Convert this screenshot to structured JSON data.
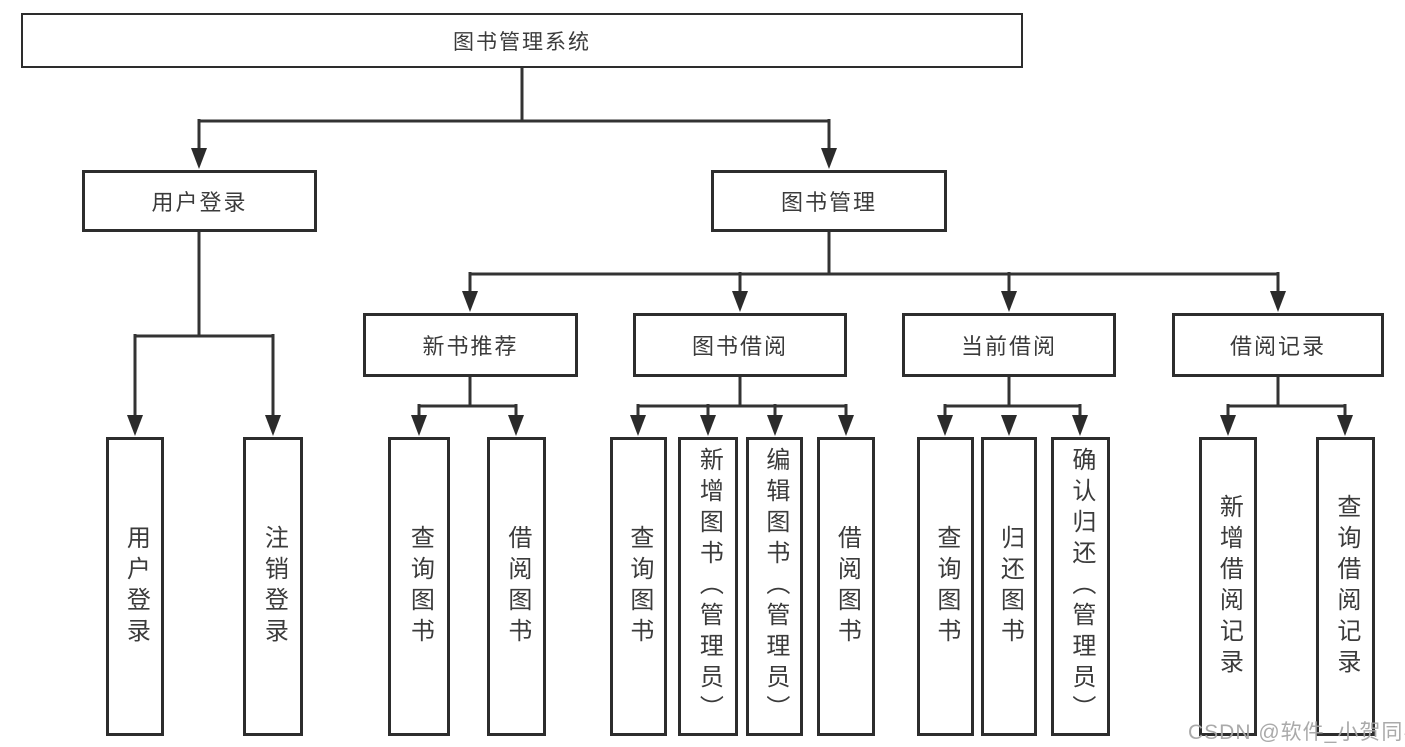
{
  "colors": {
    "line": "#333333",
    "box_border": "#2d2d2d",
    "box_background": "#ffffff",
    "text": "#3b3b3b",
    "watermark": "#a5a5a5"
  },
  "watermark": "CSDN @软件_小贺同学",
  "tree": {
    "label": "图书管理系统",
    "children": [
      {
        "label": "用户登录",
        "children": [
          {
            "label": "用户登录"
          },
          {
            "label": "注销登录"
          }
        ]
      },
      {
        "label": "图书管理",
        "children": [
          {
            "label": "新书推荐",
            "children": [
              {
                "label": "查询图书"
              },
              {
                "label": "借阅图书"
              }
            ]
          },
          {
            "label": "图书借阅",
            "children": [
              {
                "label": "查询图书"
              },
              {
                "label": "新增图书（管理员）"
              },
              {
                "label": "编辑图书（管理员）"
              },
              {
                "label": "借阅图书"
              }
            ]
          },
          {
            "label": "当前借阅",
            "children": [
              {
                "label": "查询图书"
              },
              {
                "label": "归还图书"
              },
              {
                "label": "确认归还（管理员）"
              }
            ]
          },
          {
            "label": "借阅记录",
            "children": [
              {
                "label": "新增借阅记录"
              },
              {
                "label": "查询借阅记录"
              }
            ]
          }
        ]
      }
    ]
  }
}
